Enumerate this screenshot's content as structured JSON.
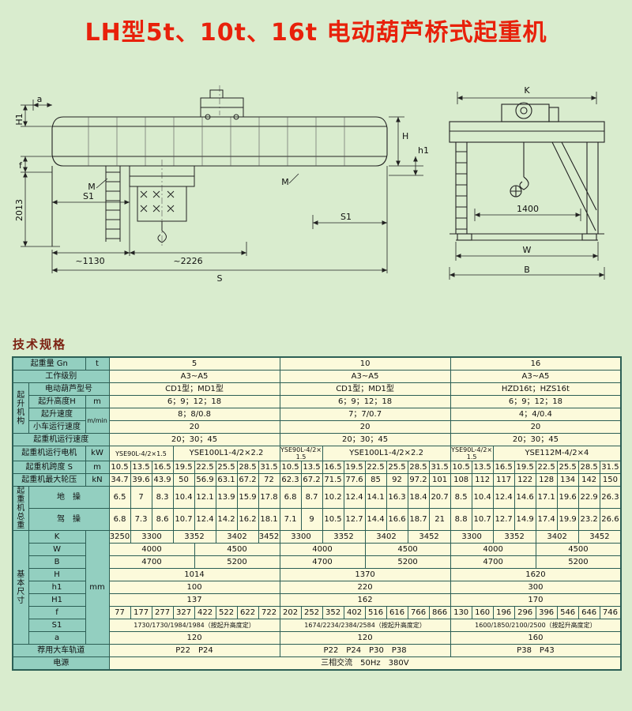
{
  "page": {
    "title": "LH型5t、10t、16t 电动葫芦桥式起重机",
    "section_heading": "技术规格"
  },
  "drawing": {
    "side": {
      "a": "a",
      "H1": "H1",
      "f": "f",
      "v2013": "2013",
      "S1": "S1",
      "d1130": "~1130",
      "d2226": "~2226",
      "S": "S",
      "M": "M",
      "H": "H",
      "h1": "h1"
    },
    "end": {
      "K": "K",
      "d1400": "1400",
      "W": "W",
      "B": "B"
    }
  },
  "table": {
    "rows": [
      [
        {
          "t": "起重量 Gn",
          "c": 2,
          "h": 1
        },
        {
          "t": "t",
          "h": 1
        },
        {
          "t": "5",
          "c": 8
        },
        {
          "t": "10",
          "c": 8
        },
        {
          "t": "16",
          "c": 8
        }
      ],
      [
        {
          "t": "工作级别",
          "c": 3,
          "h": 1
        },
        {
          "t": "A3~A5",
          "c": 8
        },
        {
          "t": "A3~A5",
          "c": 8
        },
        {
          "t": "A3~A5",
          "c": 8
        }
      ],
      [
        {
          "t": "起升机构",
          "r": 4,
          "h": 1,
          "cls": "grp"
        },
        {
          "t": "电动葫芦型号",
          "c": 2,
          "h": 1
        },
        {
          "t": "CD1型；MD1型",
          "c": 8
        },
        {
          "t": "CD1型；MD1型",
          "c": 8
        },
        {
          "t": "HZD16t；HZS16t",
          "c": 8
        }
      ],
      [
        {
          "t": "起升高度H",
          "h": 1
        },
        {
          "t": "m",
          "h": 1
        },
        {
          "t": "6；9；12；18",
          "c": 8
        },
        {
          "t": "6；9；12；18",
          "c": 8
        },
        {
          "t": "6；9；12；18",
          "c": 8
        }
      ],
      [
        {
          "t": "起升速度",
          "h": 1
        },
        {
          "t": "m/min",
          "r": 2,
          "h": 1,
          "cls": "xs"
        },
        {
          "t": "8；8/0.8",
          "c": 8
        },
        {
          "t": "7；7/0.7",
          "c": 8
        },
        {
          "t": "4；4/0.4",
          "c": 8
        }
      ],
      [
        {
          "t": "小车运行速度",
          "h": 1
        },
        {
          "t": "20",
          "c": 8
        },
        {
          "t": "20",
          "c": 8
        },
        {
          "t": "20",
          "c": 8
        }
      ],
      [
        {
          "t": "起重机运行速度",
          "c": 3,
          "h": 1
        },
        {
          "t": "20；30；45",
          "c": 8
        },
        {
          "t": "20；30；45",
          "c": 8
        },
        {
          "t": "20；30；45",
          "c": 8
        }
      ],
      [
        {
          "t": "起重机运行电机",
          "c": 2,
          "h": 1
        },
        {
          "t": "kW",
          "h": 1
        },
        {
          "t": "YSE90L-4/2×1.5",
          "c": 3,
          "cls": "xs"
        },
        {
          "t": "YSE100L1-4/2×2.2",
          "c": 5
        },
        {
          "t": "YSE90L-4/2×1.5",
          "c": 2,
          "cls": "xs"
        },
        {
          "t": "YSE100L1-4/2×2.2",
          "c": 6
        },
        {
          "t": "YSE90L-4/2×1.5",
          "c": 2,
          "cls": "xs"
        },
        {
          "t": "YSE112M-4/2×4",
          "c": 6
        }
      ],
      [
        {
          "t": "起重机跨度 S",
          "c": 2,
          "h": 1
        },
        {
          "t": "m",
          "h": 1
        },
        {
          "t": "10.5"
        },
        {
          "t": "13.5"
        },
        {
          "t": "16.5"
        },
        {
          "t": "19.5"
        },
        {
          "t": "22.5"
        },
        {
          "t": "25.5"
        },
        {
          "t": "28.5"
        },
        {
          "t": "31.5"
        },
        {
          "t": "10.5"
        },
        {
          "t": "13.5"
        },
        {
          "t": "16.5"
        },
        {
          "t": "19.5"
        },
        {
          "t": "22.5"
        },
        {
          "t": "25.5"
        },
        {
          "t": "28.5"
        },
        {
          "t": "31.5"
        },
        {
          "t": "10.5"
        },
        {
          "t": "13.5"
        },
        {
          "t": "16.5"
        },
        {
          "t": "19.5"
        },
        {
          "t": "22.5"
        },
        {
          "t": "25.5"
        },
        {
          "t": "28.5"
        },
        {
          "t": "31.5"
        }
      ],
      [
        {
          "t": "起重机最大轮压",
          "c": 2,
          "h": 1
        },
        {
          "t": "kN",
          "h": 1
        },
        {
          "t": "34.7"
        },
        {
          "t": "39.6"
        },
        {
          "t": "43.9"
        },
        {
          "t": "50"
        },
        {
          "t": "56.9"
        },
        {
          "t": "63.1"
        },
        {
          "t": "67.2"
        },
        {
          "t": "72"
        },
        {
          "t": "62.3"
        },
        {
          "t": "67.2"
        },
        {
          "t": "71.5"
        },
        {
          "t": "77.6"
        },
        {
          "t": "85"
        },
        {
          "t": "92"
        },
        {
          "t": "97.2"
        },
        {
          "t": "101"
        },
        {
          "t": "108"
        },
        {
          "t": "112"
        },
        {
          "t": "117"
        },
        {
          "t": "122"
        },
        {
          "t": "128"
        },
        {
          "t": "134"
        },
        {
          "t": "142"
        },
        {
          "t": "150"
        }
      ],
      [
        {
          "t": "起重机总重",
          "r": 2,
          "h": 1,
          "cls": "grp"
        },
        {
          "t": "地　操",
          "c": 2,
          "h": 1
        },
        {
          "t": "6.5"
        },
        {
          "t": "7"
        },
        {
          "t": "8.3"
        },
        {
          "t": "10.4"
        },
        {
          "t": "12.1"
        },
        {
          "t": "13.9"
        },
        {
          "t": "15.9"
        },
        {
          "t": "17.8"
        },
        {
          "t": "6.8"
        },
        {
          "t": "8.7"
        },
        {
          "t": "10.2"
        },
        {
          "t": "12.4"
        },
        {
          "t": "14.1"
        },
        {
          "t": "16.3"
        },
        {
          "t": "18.4"
        },
        {
          "t": "20.7"
        },
        {
          "t": "8.5"
        },
        {
          "t": "10.4"
        },
        {
          "t": "12.4"
        },
        {
          "t": "14.6"
        },
        {
          "t": "17.1"
        },
        {
          "t": "19.6"
        },
        {
          "t": "22.9"
        },
        {
          "t": "26.3"
        }
      ],
      [
        {
          "t": "驾　操",
          "c": 2,
          "h": 1
        },
        {
          "t": "6.8"
        },
        {
          "t": "7.3"
        },
        {
          "t": "8.6"
        },
        {
          "t": "10.7"
        },
        {
          "t": "12.4"
        },
        {
          "t": "14.2"
        },
        {
          "t": "16.2"
        },
        {
          "t": "18.1"
        },
        {
          "t": "7.1"
        },
        {
          "t": "9"
        },
        {
          "t": "10.5"
        },
        {
          "t": "12.7"
        },
        {
          "t": "14.4"
        },
        {
          "t": "16.6"
        },
        {
          "t": "18.7"
        },
        {
          "t": "21"
        },
        {
          "t": "8.8"
        },
        {
          "t": "10.7"
        },
        {
          "t": "12.7"
        },
        {
          "t": "14.9"
        },
        {
          "t": "17.4"
        },
        {
          "t": "19.9"
        },
        {
          "t": "23.2"
        },
        {
          "t": "26.6"
        }
      ],
      [
        {
          "t": "基本尺寸",
          "r": 9,
          "h": 1,
          "cls": "grp"
        },
        {
          "t": "K",
          "h": 1
        },
        {
          "t": "mm",
          "r": 9,
          "h": 1
        },
        {
          "t": "3250"
        },
        {
          "t": "3300",
          "c": 2
        },
        {
          "t": "3352",
          "c": 2
        },
        {
          "t": "3402",
          "c": 2
        },
        {
          "t": "3452"
        },
        {
          "t": "3300",
          "c": 2
        },
        {
          "t": "3352",
          "c": 2
        },
        {
          "t": "3402",
          "c": 2
        },
        {
          "t": "3452",
          "c": 2
        },
        {
          "t": "3300",
          "c": 2
        },
        {
          "t": "3352",
          "c": 2
        },
        {
          "t": "3402",
          "c": 2
        },
        {
          "t": "3452",
          "c": 2
        }
      ],
      [
        {
          "t": "W",
          "h": 1
        },
        {
          "t": "4000",
          "c": 4
        },
        {
          "t": "4500",
          "c": 4
        },
        {
          "t": "4000",
          "c": 4
        },
        {
          "t": "4500",
          "c": 4
        },
        {
          "t": "4000",
          "c": 4
        },
        {
          "t": "4500",
          "c": 4
        }
      ],
      [
        {
          "t": "B",
          "h": 1
        },
        {
          "t": "4700",
          "c": 4
        },
        {
          "t": "5200",
          "c": 4
        },
        {
          "t": "4700",
          "c": 4
        },
        {
          "t": "5200",
          "c": 4
        },
        {
          "t": "4700",
          "c": 4
        },
        {
          "t": "5200",
          "c": 4
        }
      ],
      [
        {
          "t": "H",
          "h": 1
        },
        {
          "t": "1014",
          "c": 8
        },
        {
          "t": "1370",
          "c": 8
        },
        {
          "t": "1620",
          "c": 8
        }
      ],
      [
        {
          "t": "h1",
          "h": 1
        },
        {
          "t": "100",
          "c": 8
        },
        {
          "t": "220",
          "c": 8
        },
        {
          "t": "300",
          "c": 8
        }
      ],
      [
        {
          "t": "H1",
          "h": 1
        },
        {
          "t": "137",
          "c": 8
        },
        {
          "t": "162",
          "c": 8
        },
        {
          "t": "170",
          "c": 8
        }
      ],
      [
        {
          "t": "f",
          "h": 1
        },
        {
          "t": "77"
        },
        {
          "t": "177"
        },
        {
          "t": "277"
        },
        {
          "t": "327"
        },
        {
          "t": "422"
        },
        {
          "t": "522"
        },
        {
          "t": "622"
        },
        {
          "t": "722"
        },
        {
          "t": "202"
        },
        {
          "t": "252"
        },
        {
          "t": "352"
        },
        {
          "t": "402"
        },
        {
          "t": "516"
        },
        {
          "t": "616"
        },
        {
          "t": "766"
        },
        {
          "t": "866"
        },
        {
          "t": "130"
        },
        {
          "t": "160"
        },
        {
          "t": "196"
        },
        {
          "t": "296"
        },
        {
          "t": "396"
        },
        {
          "t": "546"
        },
        {
          "t": "646"
        },
        {
          "t": "746"
        }
      ],
      [
        {
          "t": "S1",
          "h": 1
        },
        {
          "t": "1730/1730/1984/1984（按起升高度定）",
          "c": 8,
          "cls": "xs"
        },
        {
          "t": "1674/2234/2384/2584（按起升高度定）",
          "c": 8,
          "cls": "xs"
        },
        {
          "t": "1600/1850/2100/2500（按起升高度定）",
          "c": 8,
          "cls": "xs"
        }
      ],
      [
        {
          "t": "a",
          "h": 1
        },
        {
          "t": "120",
          "c": 8
        },
        {
          "t": "120",
          "c": 8
        },
        {
          "t": "160",
          "c": 8
        }
      ],
      [
        {
          "t": "荐用大车轨道",
          "c": 3,
          "h": 1
        },
        {
          "t": "P22　P24",
          "c": 8
        },
        {
          "t": "P22　P24　P30　P38",
          "c": 8
        },
        {
          "t": "P38　P43",
          "c": 8
        }
      ],
      [
        {
          "t": "电源",
          "c": 3,
          "h": 1
        },
        {
          "t": "三相交流　50Hz　380V",
          "c": 24
        }
      ]
    ]
  }
}
